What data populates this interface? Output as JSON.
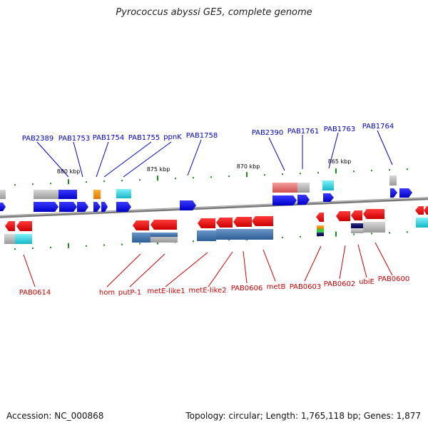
{
  "title": "Pyrococcus abyssi GE5, complete genome",
  "footer": {
    "accession": "Accession: NC_000868",
    "info": "Topology: circular; Length: 1,765,118 bp; Genes: 1,877"
  },
  "ticks": [
    "880 kbp",
    "875 kbp",
    "870 kbp",
    "865 kbp"
  ],
  "labels_top": [
    "PAB2389",
    "PAB1753",
    "PAB1754",
    "PAB1755",
    "ppnK",
    "PAB1758",
    "PAB2390",
    "PAB1761",
    "PAB1763",
    "PAB1764"
  ],
  "labels_bottom": [
    "PAB0614",
    "hom",
    "putP-1",
    "metE-like1",
    "metE-like2",
    "PAB0606",
    "metB",
    "PAB0603",
    "PAB0602",
    "ubiE",
    "PAB0600"
  ],
  "colors": {
    "top_label": "#0000cc",
    "bottom_label": "#cc0000",
    "forward_gene": "#0000ee",
    "reverse_gene": "#ee0000",
    "backbone": "#808080"
  }
}
